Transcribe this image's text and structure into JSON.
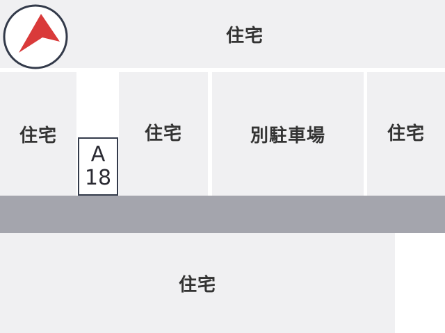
{
  "map": {
    "labels": {
      "top": "住宅",
      "left": "住宅",
      "center_left": "住宅",
      "parking": "別駐車場",
      "right": "住宅",
      "bottom": "住宅"
    },
    "spot": {
      "letter": "A",
      "number": "18"
    },
    "compass_icon": "compass-north-arrow-icon",
    "colors": {
      "block": "#f0f0f2",
      "road": "#a4a5ad",
      "background": "#ffffff",
      "compass_arrow": "#d93a3a",
      "compass_ring": "#333a4a"
    }
  }
}
